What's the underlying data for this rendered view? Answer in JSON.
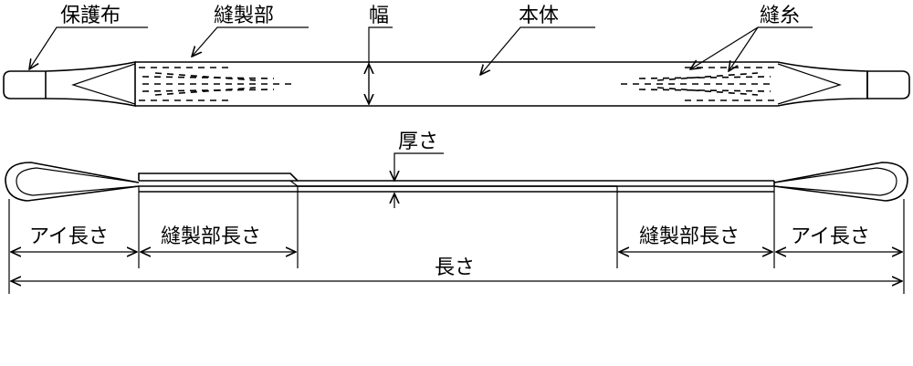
{
  "labels": {
    "protective_cloth": "保護布",
    "sewn_part": "縫製部",
    "width": "幅",
    "body": "本体",
    "sewing_thread": "縫糸",
    "thickness": "厚さ",
    "eye_length_left": "アイ長さ",
    "sewn_length_left": "縫製部長さ",
    "sewn_length_right": "縫製部長さ",
    "eye_length_right": "アイ長さ",
    "length": "長さ"
  }
}
